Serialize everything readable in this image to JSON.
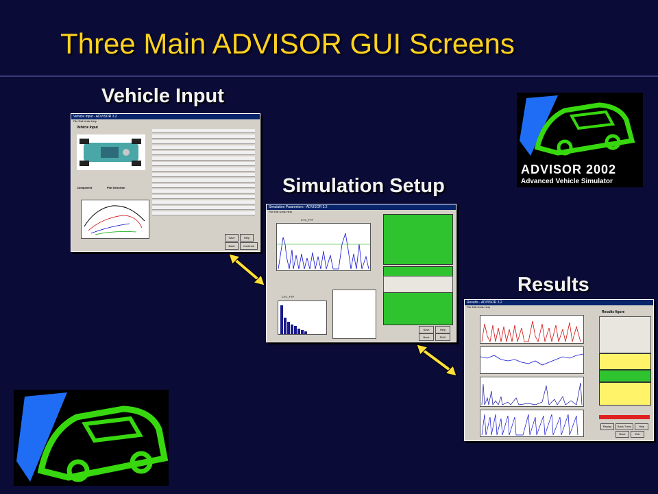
{
  "slide": {
    "title": "Three Main ADVISOR GUI Screens",
    "captions": {
      "vehicle_input": "Vehicle Input",
      "simulation_setup": "Simulation Setup",
      "results": "Results"
    }
  },
  "windows": {
    "vehicle_input": {
      "titlebar": "Vehicle Input - ADVISOR 3.2",
      "menu": "File  Edit  Units  Help",
      "heading": "Vehicle Input",
      "component_label": "Component",
      "plot_label": "Plot Selection",
      "buttons": [
        "Save",
        "Help",
        "Back",
        "Continue"
      ]
    },
    "simulation_setup": {
      "titlebar": "Simulation Parameters - ADVISOR 3.2",
      "menu": "File  Edit  Units  Help",
      "plot_title": "CYC_FTP",
      "hist_title": "CYC_FTP",
      "buttons": [
        "Save",
        "Help",
        "Back",
        "RUN"
      ]
    },
    "results": {
      "titlebar": "Results - ADVISOR 3.2",
      "menu": "File  Edit  Units  Help",
      "heading": "Results figure",
      "buttons": [
        "Replay",
        "Back Trans",
        "Help",
        "Back",
        "Exit"
      ]
    }
  },
  "logo": {
    "text_main": "ADVISOR 2002",
    "text_sub": "Advanced Vehicle Simulator"
  },
  "colors": {
    "background": "#0b0b38",
    "title": "#ffd21f",
    "arrow": "#ffe03a",
    "logo_green": "#38d80f",
    "logo_blue": "#1f6df5"
  }
}
